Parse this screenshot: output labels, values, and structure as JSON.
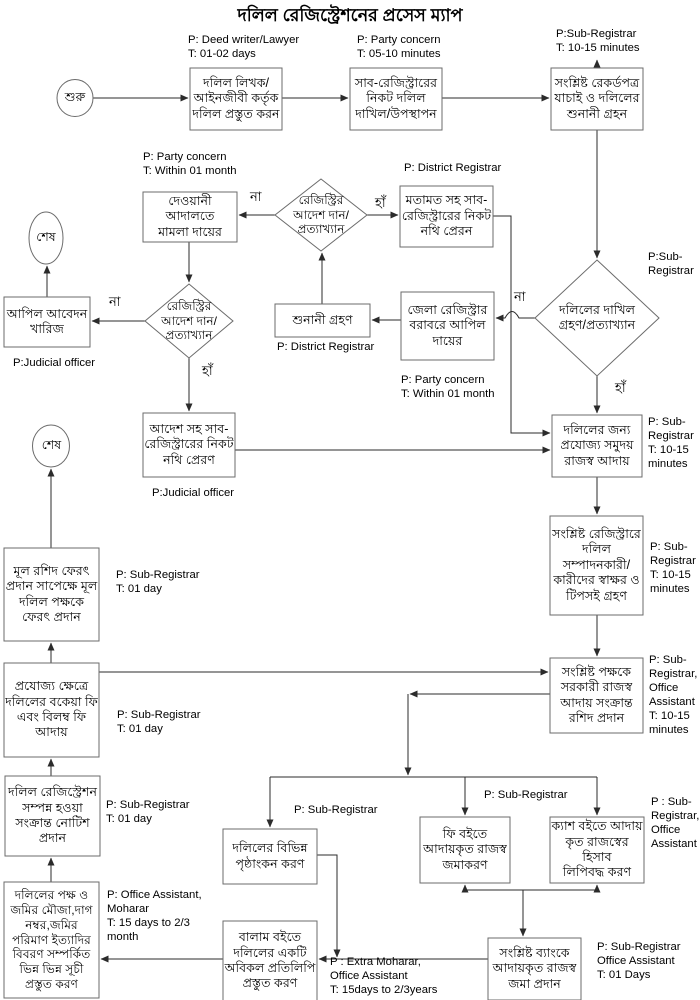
{
  "title": "দলিল রেজিস্ট্রেশনের প্রসেস ম্যাপ",
  "nodes": {
    "start": {
      "label": "শুরু"
    },
    "prepare_deed": {
      "label": "দলিল লিখক/\nআইনজীবী কর্তৃক\nদলিল প্রস্তুত করন",
      "note": "P: Deed writer/Lawyer\nT: 01-02 days"
    },
    "submit_deed": {
      "label": "সাব-রেজিস্ট্রারের\nনিকট দলিল\nদাখিল/উপস্থাপন",
      "note": "P: Party concern\nT: 05-10 minutes"
    },
    "verify_records": {
      "label": "সংশ্লিষ্ট রেকর্ডপত্র\nযাচাই ও দলিলের\nশুনানী গ্রহন",
      "note": "P:Sub-Registrar\nT: 10-15 minutes"
    },
    "registry_order_decision_1": {
      "label": "রেজিস্ট্রির\nআদেশ দান/\nপ্রত্যাখ্যান"
    },
    "civil_court_case": {
      "label": "দেওয়ানী আদালতে\nমামলা দায়ের",
      "note": "P: Party concern\nT: Within 01 month"
    },
    "send_file_with_opinion": {
      "label": "মতামত সহ সাব-\nরেজিস্ট্রারের নিকট\nনথি প্রেরন",
      "note": "P: District Registrar"
    },
    "end_1": {
      "label": "শেষ"
    },
    "appeal_rejected": {
      "label": "আপিল আবেদন\nখারিজ",
      "note": "P:Judicial officer"
    },
    "registry_order_decision_2": {
      "label": "রেজিস্ট্রির\nআদেশ দান/\nপ্রত্যাখ্যান"
    },
    "hearing": {
      "label": "শুনানী গ্রহণ",
      "note": "P: District Registrar"
    },
    "appeal_to_district_registrar": {
      "label": "জেলা রেজিস্ট্রার\nবরাবরে আপিল\nদায়ের",
      "note": "P: Party concern\nT: Within 01 month"
    },
    "deed_submission_decision": {
      "label": "দলিলের দাখিল\nগ্রহণ/প্রত্যাখ্যান",
      "note": "P:Sub-Registrar"
    },
    "collect_revenue": {
      "label": "দলিলের জন্য\nপ্রযোজ্য সমুদয়\nরাজস্ব আদায়",
      "note": "P: Sub-\nRegistrar\nT: 10-15\nminutes"
    },
    "send_file_with_order": {
      "label": "আদেশ সহ সাব-\nরেজিস্ট্রারের নিকট\nনথি প্রেরণ",
      "note": "P:Judicial officer"
    },
    "end_2": {
      "label": "শেষ"
    },
    "signatures_thumbprints": {
      "label": "সংশ্লিষ্ট রেজিস্ট্রারে\nদলিল\nসম্পাদনকারী/\nকারীদের স্বাক্ষর ও\nটিপসই গ্রহণ",
      "note": "P: Sub-\nRegistrar\nT: 10-15\nminutes"
    },
    "return_original_deed": {
      "label": "মূল রশিদ ফেরৎ\nপ্রদান সাপেক্ষে মূল\nদলিল পক্ষকে\nফেরৎ প্রদান",
      "note": "P: Sub-Registrar\nT: 01 day"
    },
    "issue_revenue_receipt": {
      "label": "সংশ্লিষ্ট পক্ষকে\nসরকারী রাজস্ব\nআদায় সংক্রান্ত\nরশিদ প্রদান",
      "note": "P: Sub-\nRegistrar,\nOffice\nAssistant\nT: 10-15\nminutes"
    },
    "collect_due_late_fees": {
      "label": "প্রযোজ্য ক্ষেত্রে\nদলিলের বকেয়া ফি\nএবং বিলম্ব ফি\nআদায়",
      "note": "P: Sub-Registrar\nT: 01 day"
    },
    "completion_notice": {
      "label": "দলিল রেজিস্ট্রেশন\nসম্পন্ন হওয়া\nসংক্রান্ত নোটিশ\nপ্রদান",
      "note": "P: Sub-Registrar\nT: 01 day"
    },
    "endorse_pages": {
      "label": "দলিলের বিভিন্ন\nপৃষ্ঠাংকন করণ",
      "note": "P: Sub-Registrar"
    },
    "fee_book_entry": {
      "label": "ফি বইতে\nআদায়কৃত রাজস্ব\nজমাকরণ",
      "note": "P: Sub-Registrar"
    },
    "cash_book_entry": {
      "label": "ক্যাশ বইতে আদায়\nকৃত রাজস্বের হিসাব\nলিপিবদ্ধ করণ",
      "note": "P : Sub-\nRegistrar,\nOffice\nAssistant"
    },
    "prepare_indexes": {
      "label": "দলিলের পক্ষ ও\nজমির মৌজা,দাগ\nনম্বর,জমির\nপরিমাণ ইত্যাদির\nবিবরণ সম্পর্কিত\nভিন্ন ভিন্ন সূচী\nপ্রস্তুত করণ",
      "note": "P: Office Assistant,\nMoharar\nT: 15 days to 2/3\nmonth"
    },
    "balam_book_copy": {
      "label": "বালাম বইতে\nদলিলের একটি\nঅবিকল প্রতিলিপি\nপ্রস্তুত করণ",
      "note": "P : Extra Moharar,\nOffice Assistant\nT: 15days to 2/3years"
    },
    "bank_deposit": {
      "label": "সংশ্লিষ্ট ব্যাংকে\nআদায়কৃত রাজস্ব\nজমা প্রদান",
      "note": "P: Sub-Registrar\nOffice Assistant\nT: 01 Days"
    }
  },
  "edge_labels": {
    "no_1": "না",
    "yes_1": "হাঁ",
    "no_2": "না",
    "yes_2": "হাঁ",
    "no_3": "না",
    "yes_3": "হাঁ"
  }
}
